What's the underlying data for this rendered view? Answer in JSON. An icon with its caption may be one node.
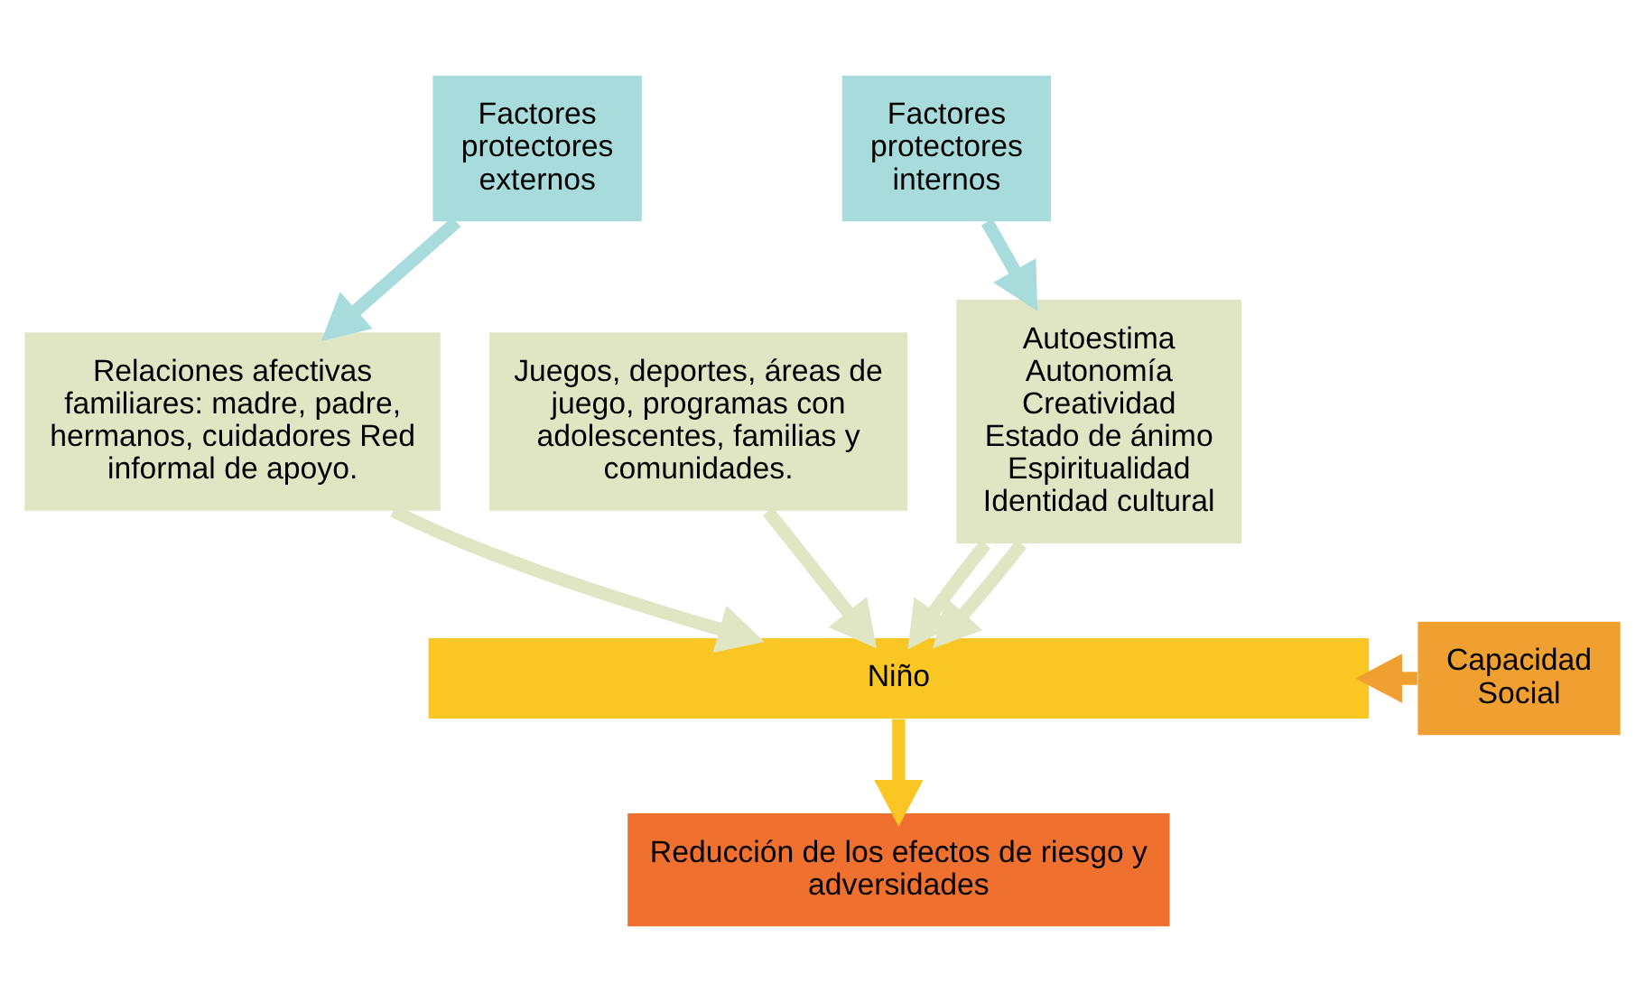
{
  "diagram": {
    "nodes": [
      {
        "text": [
          "Factores protectores externos"
        ]
      },
      {
        "text": [
          "Factores protectores internos"
        ]
      },
      {
        "text": [
          "Relaciones afectivas familiares: madre, padre, hermanos, cuidadores Red informal de apoyo."
        ]
      },
      {
        "text": [
          "Juegos, deportes, áreas de juego, programas con adolescentes, familias y comunidades."
        ]
      },
      {
        "text": [
          "Autoestima",
          "Autonomía",
          "Creatividad",
          "Estado de ánimo",
          "Espiritualidad",
          "Identidad cultural"
        ]
      },
      {
        "text": [
          "Niño"
        ]
      },
      {
        "text": [
          "Capacidad Social"
        ]
      },
      {
        "text": [
          "Reducción de los efectos de riesgo y adversidades"
        ]
      }
    ],
    "edges": [
      {
        "from": 0,
        "to": 2,
        "arrow": "to",
        "color": "#a8dcdc"
      },
      {
        "from": 1,
        "to": 4,
        "arrow": "to",
        "color": "#a8dcdc"
      },
      {
        "from": 2,
        "to": 5,
        "arrow": "to"
      },
      {
        "from": 3,
        "to": 5,
        "arrow": "to"
      },
      {
        "from": 4,
        "to": 5,
        "arrow": "to"
      },
      {
        "from": 4,
        "to": 5,
        "arrow": "to"
      },
      {
        "from": 6,
        "to": 5,
        "arrow": "to",
        "color": "#f0a030"
      },
      {
        "from": 5,
        "to": 7,
        "arrow": "to",
        "color": "#f9c623"
      }
    ]
  }
}
